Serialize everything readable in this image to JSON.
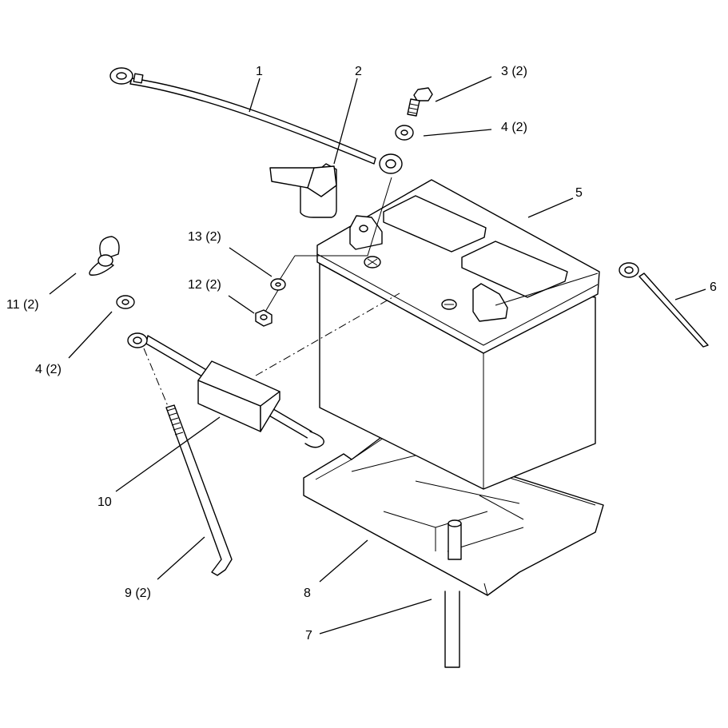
{
  "callouts": {
    "c1": "1",
    "c2": "2",
    "c3": "3 (2)",
    "c4a": "4 (2)",
    "c5": "5",
    "c6": "6",
    "c13": "13 (2)",
    "c12": "12 (2)",
    "c11": "11 (2)",
    "c4b": "4 (2)",
    "c10": "10",
    "c9": "9 (2)",
    "c8": "8",
    "c7": "7"
  }
}
